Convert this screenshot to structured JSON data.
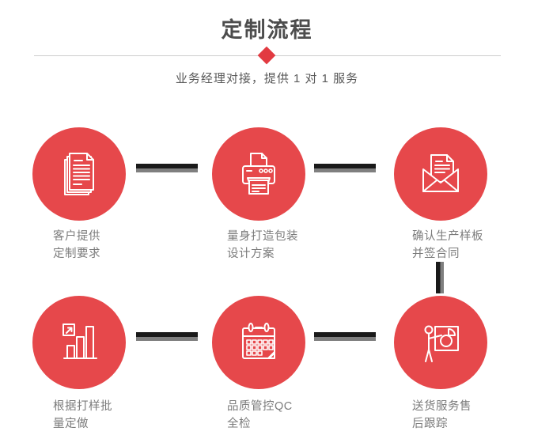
{
  "header": {
    "title": "定制流程",
    "subtitle": "业务经理对接，提供 1 对 1 服务"
  },
  "steps": [
    {
      "icon": "documents-stack-icon",
      "lines": [
        "客户提供",
        "定制要求"
      ]
    },
    {
      "icon": "printer-icon",
      "lines": [
        "量身打造包装",
        "设计方案"
      ]
    },
    {
      "icon": "envelope-letter-icon",
      "lines": [
        "确认生产样板",
        "并签合同"
      ]
    },
    {
      "icon": "bar-chart-icon",
      "lines": [
        "根据打样批",
        "量定做"
      ]
    },
    {
      "icon": "calendar-icon",
      "lines": [
        "品质管控QC",
        "全检"
      ]
    },
    {
      "icon": "presentation-icon",
      "lines": [
        "送货服务售",
        "后跟踪"
      ]
    }
  ],
  "colors": {
    "circle_red": "#e6484b",
    "diamond_red": "#e23a41",
    "icon_stroke": "#ffffff",
    "connector_dark": "#1a1a1a",
    "connector_gray": "#7f7f7f",
    "divider_gray": "#cccccc",
    "title_color": "#4d4d4d",
    "subtitle_color": "#595959",
    "label_color": "#7b7b7b"
  }
}
